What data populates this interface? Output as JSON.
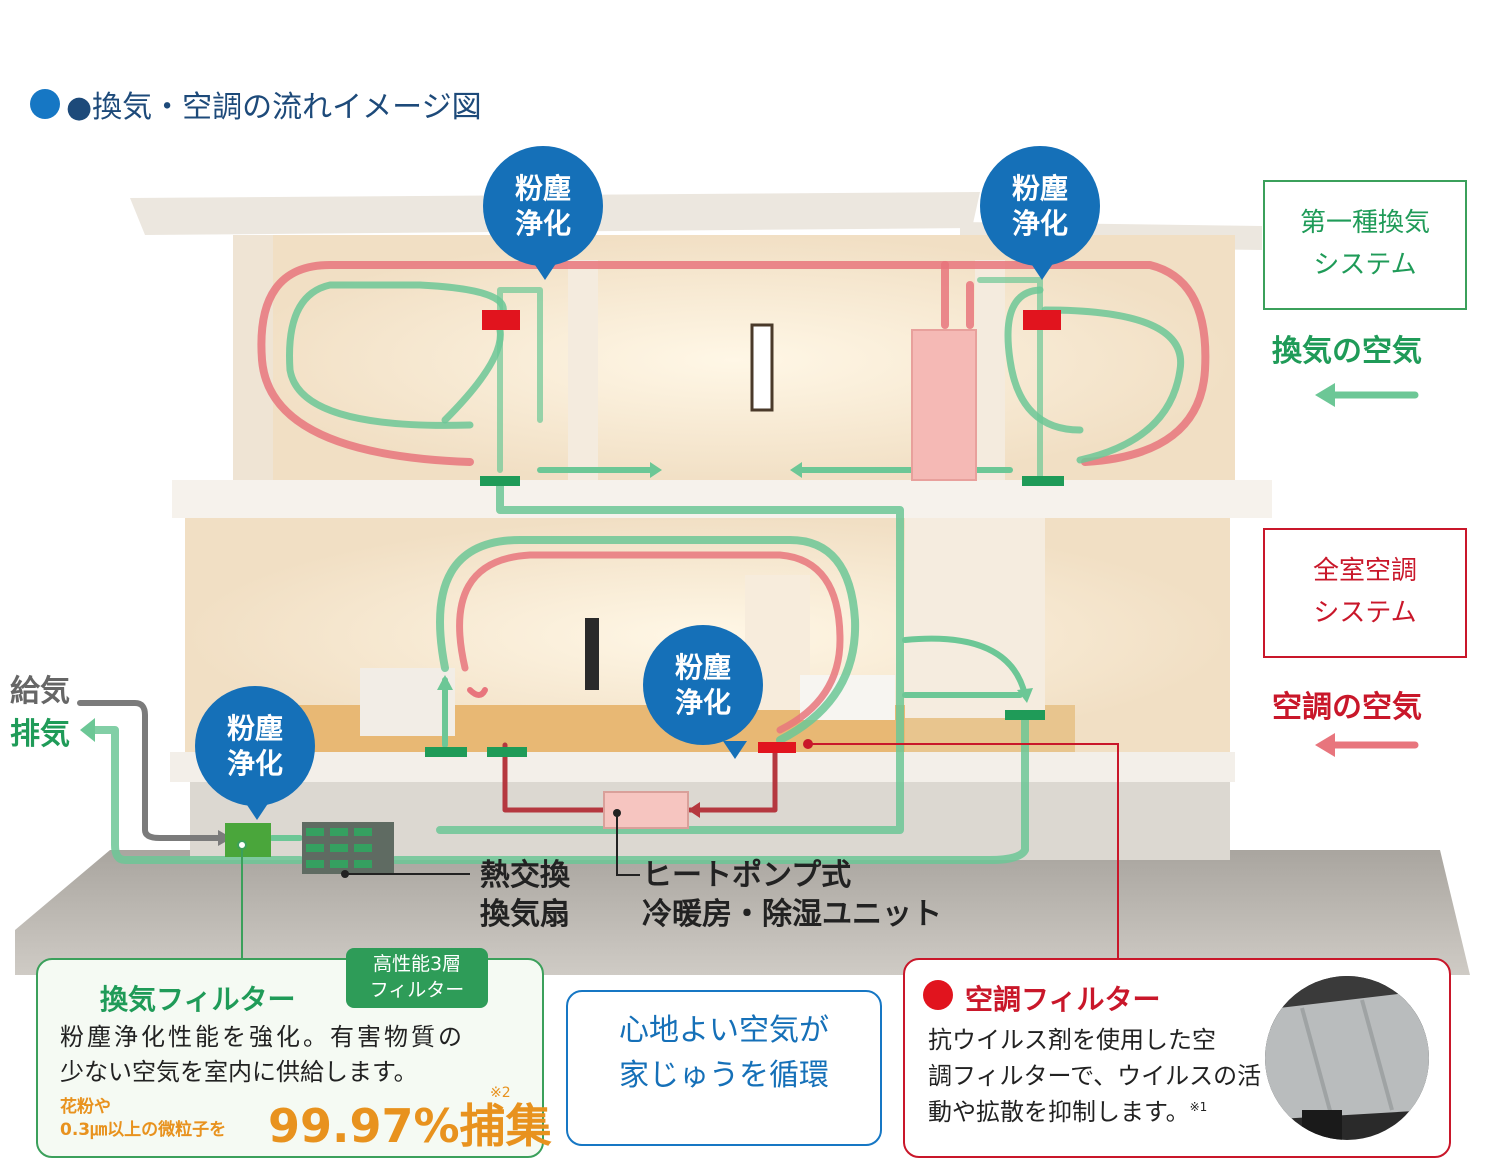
{
  "title": "●換気・空調の流れイメージ図",
  "bubbles": {
    "label_top": "粉塵",
    "label_bottom": "浄化"
  },
  "systems": {
    "ventilation_box": [
      "第一種換気",
      "システム"
    ],
    "ventilation_air": "換気の空気",
    "ac_box": [
      "全室空調",
      "システム"
    ],
    "ac_air": "空調の空気"
  },
  "side_labels": {
    "supply": "給気",
    "exhaust": "排気"
  },
  "equipment": {
    "fan": [
      "熱交換",
      "換気扇"
    ],
    "heatpump": [
      "ヒートポンプ式",
      "冷暖房・除湿ユニット"
    ]
  },
  "vent_filter": {
    "heading": "換気フィルター",
    "badge": [
      "高性能3層",
      "フィルター"
    ],
    "body": [
      "粉塵浄化性能を強化。有害物質の",
      "少ない空気を室内に供給します。"
    ],
    "small_left": [
      "花粉や",
      "0.3㎛以上の微粒子を"
    ],
    "big": "99.97%捕集",
    "note": "※2"
  },
  "center_msg": [
    "心地よい空気が",
    "家じゅうを循環"
  ],
  "ac_filter": {
    "heading": "空調フィルター",
    "body": [
      "抗ウイルス剤を使用した空",
      "調フィルターで、ウイルスの活",
      "動や拡散を抑制します。"
    ],
    "note": "※1"
  },
  "colors": {
    "ventilation": "#3ba05b",
    "ac": "#c9172a",
    "bubble": "#1570b8",
    "flow_green": "#6cc796",
    "flow_red": "#e8757d"
  }
}
